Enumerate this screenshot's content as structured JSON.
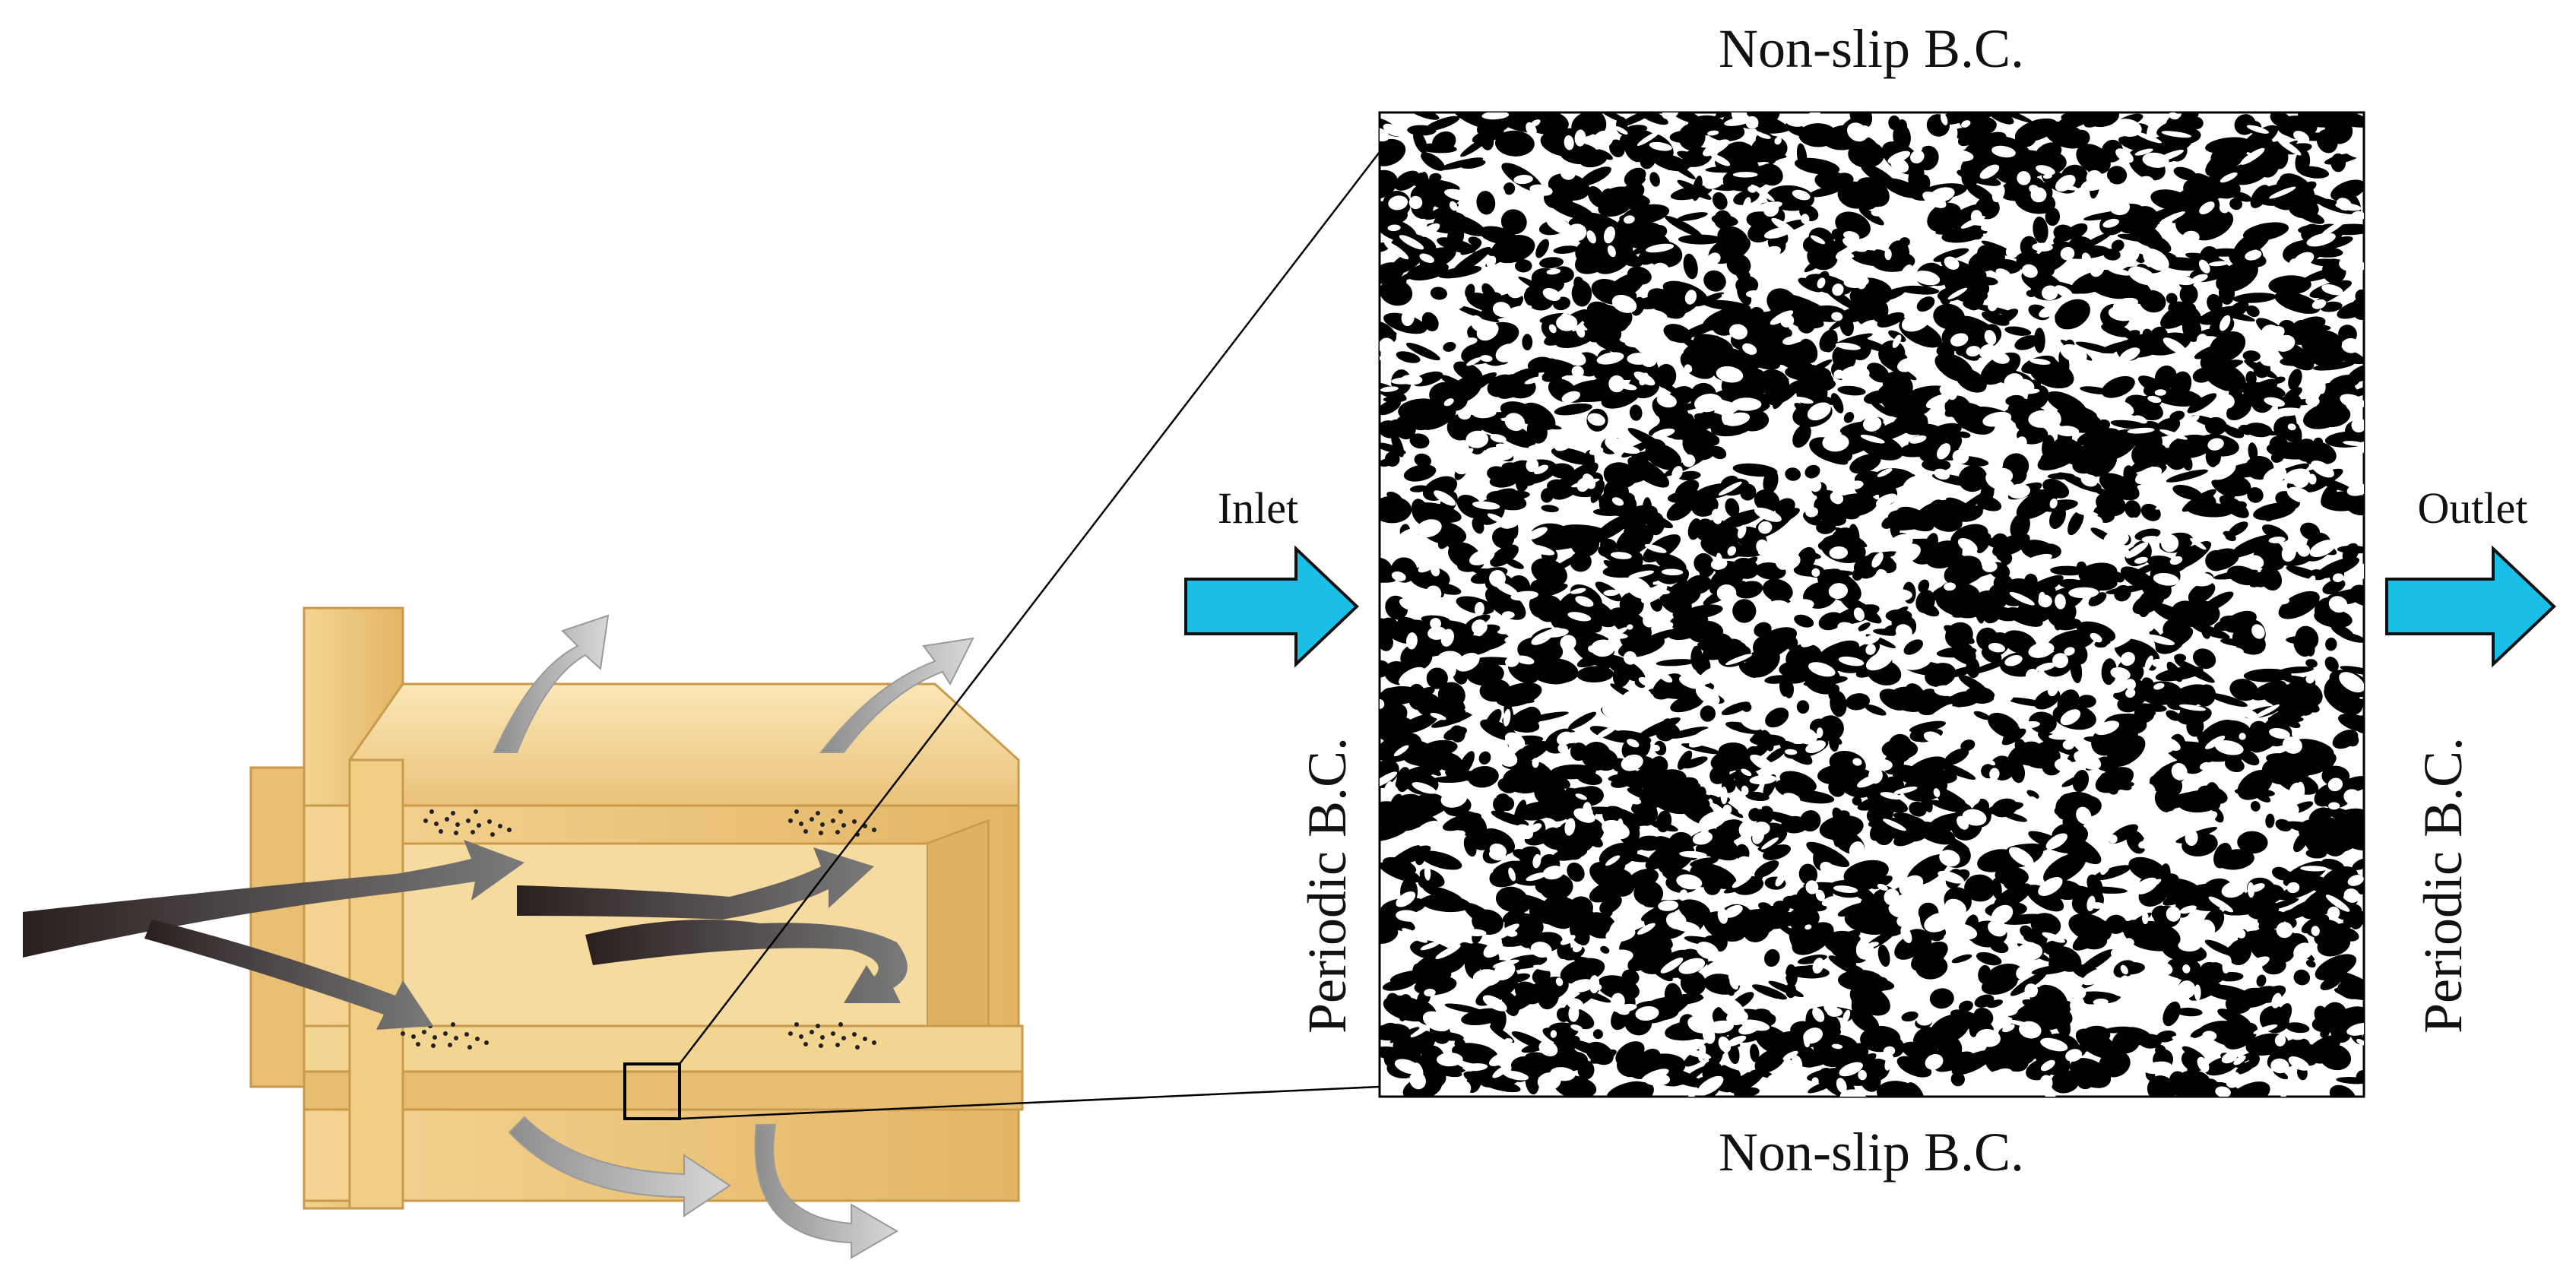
{
  "labels": {
    "top_bc": "Non-slip B.C.",
    "bottom_bc": "Non-slip B.C.",
    "left_bc": "Periodic B.C.",
    "right_bc": "Periodic B.C.",
    "inlet": "Inlet",
    "outlet": "Outlet"
  },
  "colors": {
    "flow_arrow": "#19bfe6",
    "flow_arrow_stroke": "#111111",
    "filter_body": "#f2cf86",
    "filter_shadow": "#d9ac5a",
    "pore_solid": "#000000",
    "pore_void": "#ffffff"
  }
}
